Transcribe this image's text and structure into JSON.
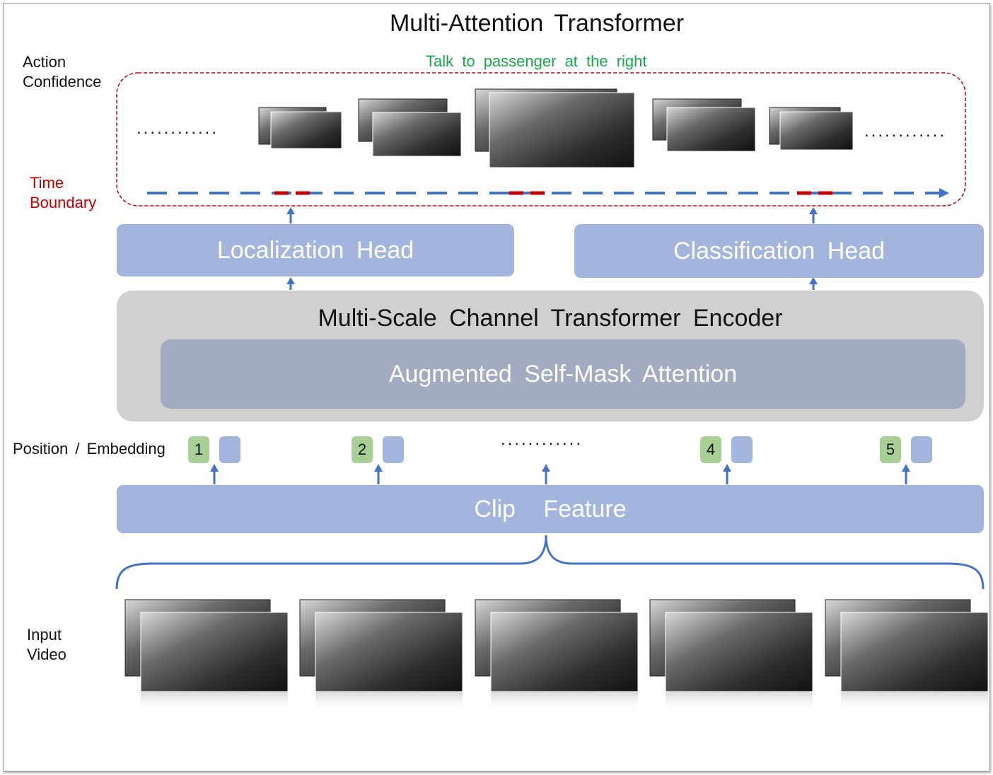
{
  "title": "Multi-Attention Transformer",
  "labels": {
    "action_confidence": "Action Confidence",
    "time_boundary": "Time Boundary",
    "position_embedding": "Position / Embedding",
    "input_video": "Input Video",
    "action_name": "Talk to passenger at the right"
  },
  "heads": {
    "localization": "Localization Head",
    "classification": "Classification Head"
  },
  "encoder": {
    "title": "Multi-Scale Channel Transformer Encoder",
    "attention": "Augmented Self-Mask Attention"
  },
  "clip_feature": "Clip Feature",
  "positions": [
    "1",
    "2",
    "4",
    "5"
  ],
  "ellipsis": "............",
  "colors": {
    "box_blue": "#a3b5dd",
    "encoder_gray": "#d0d0d0",
    "attention_gray": "#a3abc0",
    "position_green": "#a8cf95",
    "arrow_blue": "#4472c4",
    "boundary_red": "#c00000",
    "action_green": "#1aa64a"
  }
}
